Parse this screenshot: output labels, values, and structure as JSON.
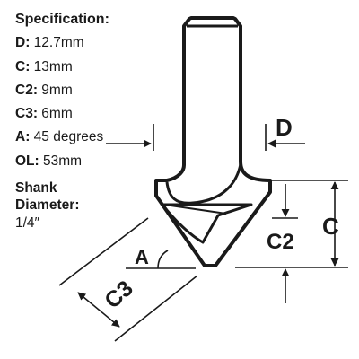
{
  "specification": {
    "title": "Specification:",
    "rows": [
      {
        "label": "D:",
        "value": "12.7mm"
      },
      {
        "label": "C:",
        "value": "13mm"
      },
      {
        "label": "C2:",
        "value": "9mm"
      },
      {
        "label": "C3:",
        "value": "6mm"
      },
      {
        "label": "A:",
        "value": "45 degrees"
      },
      {
        "label": "OL:",
        "value": "53mm"
      }
    ],
    "shank_title_1": "Shank",
    "shank_title_2": "Diameter:",
    "shank_value": "1/4″"
  },
  "diagram_labels": {
    "d": "D",
    "c": "C",
    "c2": "C2",
    "c3": "C3",
    "a": "A"
  }
}
